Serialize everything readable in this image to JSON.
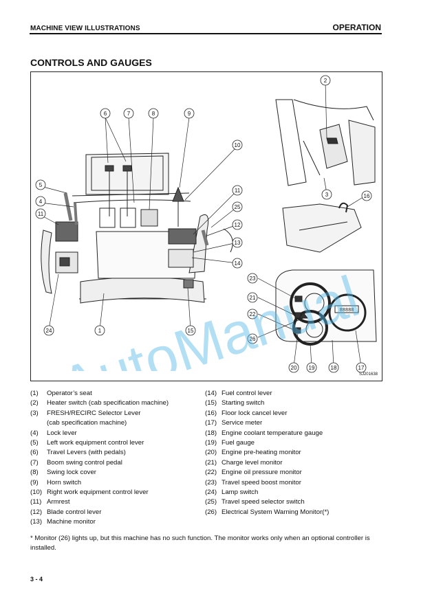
{
  "header": {
    "left": "MACHINE VIEW ILLUSTRATIONS",
    "right": "OPERATION"
  },
  "section_title": "CONTROLS AND GAUGES",
  "figure_code": "SJ201638",
  "callouts": [
    "1",
    "2",
    "3",
    "4",
    "5",
    "6",
    "7",
    "8",
    "9",
    "10",
    "11",
    "12",
    "13",
    "14",
    "15",
    "16",
    "17",
    "18",
    "19",
    "20",
    "21",
    "22",
    "23",
    "24",
    "25",
    "26"
  ],
  "gauge_digits": "88888",
  "legend_left": [
    {
      "n": "(1)",
      "t": "Operator’s seat"
    },
    {
      "n": "(2)",
      "t": "Heater switch (cab specification machine)"
    },
    {
      "n": "(3)",
      "t": "FRESH/RECIRC Selector Lever"
    },
    {
      "n": "",
      "t": "(cab specification machine)"
    },
    {
      "n": "(4)",
      "t": "Lock lever"
    },
    {
      "n": "(5)",
      "t": "Left work equipment control lever"
    },
    {
      "n": "(6)",
      "t": "Travel Levers (with pedals)"
    },
    {
      "n": "(7)",
      "t": "Boom swing control pedal"
    },
    {
      "n": "(8)",
      "t": "Swing lock cover"
    },
    {
      "n": "(9)",
      "t": "Horn switch"
    },
    {
      "n": "(10)",
      "t": "Right work equipment control lever"
    },
    {
      "n": "(11)",
      "t": "Armrest"
    },
    {
      "n": "(12)",
      "t": "Blade control lever"
    },
    {
      "n": "(13)",
      "t": "Machine monitor"
    }
  ],
  "legend_right": [
    {
      "n": "(14)",
      "t": "Fuel control lever"
    },
    {
      "n": "(15)",
      "t": "Starting switch"
    },
    {
      "n": "(16)",
      "t": "Floor lock cancel lever"
    },
    {
      "n": "(17)",
      "t": "Service meter"
    },
    {
      "n": "(18)",
      "t": "Engine coolant temperature gauge"
    },
    {
      "n": "(19)",
      "t": "Fuel gauge"
    },
    {
      "n": "(20)",
      "t": "Engine pre-heating monitor"
    },
    {
      "n": "(21)",
      "t": "Charge level monitor"
    },
    {
      "n": "(22)",
      "t": "Engine oil pressure monitor"
    },
    {
      "n": "(23)",
      "t": "Travel speed boost monitor"
    },
    {
      "n": "(24)",
      "t": "Lamp switch"
    },
    {
      "n": "(25)",
      "t": "Travel speed selector switch"
    },
    {
      "n": "(26)",
      "t": "Electrical System Warning Monitor(*)"
    }
  ],
  "note": "* Monitor (26) lights up, but this machine has no such function. The monitor works only when an optional controller is installed.",
  "page_number": "3 - 4",
  "watermark": "AutoManual",
  "colors": {
    "watermark": "#55b8e6",
    "ink": "#111111"
  }
}
